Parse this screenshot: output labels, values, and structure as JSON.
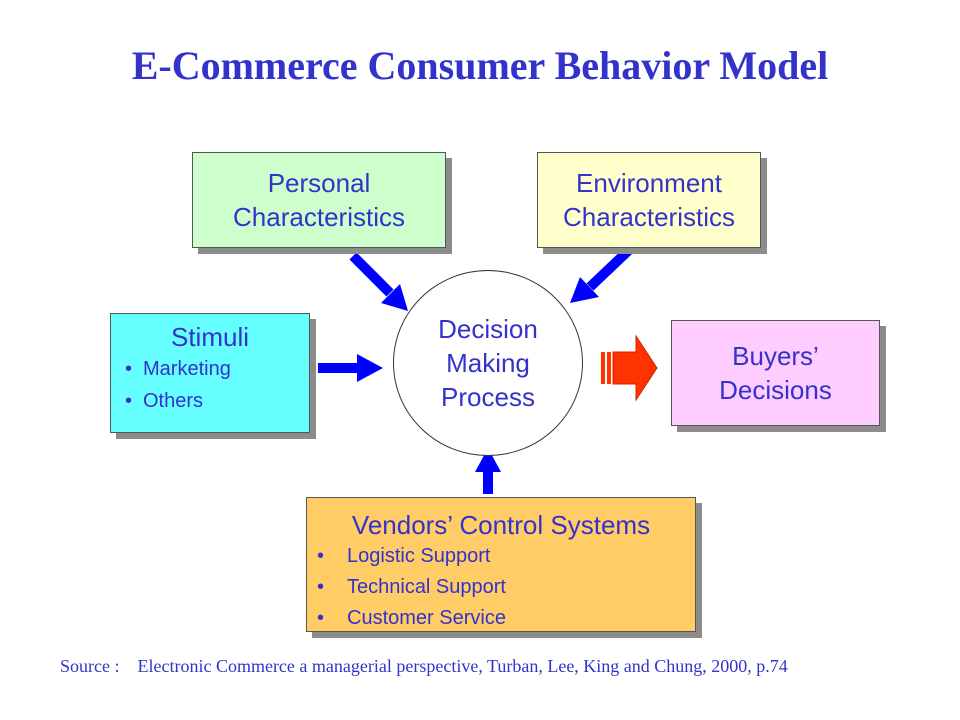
{
  "title": "E-Commerce Consumer Behavior Model",
  "personal": {
    "line1": "Personal",
    "line2": "Characteristics"
  },
  "environment": {
    "line1": "Environment",
    "line2": "Characteristics"
  },
  "stimuli": {
    "heading": "Stimuli",
    "items": [
      "Marketing",
      "Others"
    ]
  },
  "decision": {
    "line1": "Decision",
    "line2": "Making",
    "line3": "Process"
  },
  "buyers": {
    "line1": "Buyers’",
    "line2": "Decisions"
  },
  "vendors": {
    "heading": "Vendors’ Control Systems",
    "items": [
      "Logistic Support",
      "Technical Support",
      "Customer Service"
    ]
  },
  "source": {
    "label": "Source :",
    "text": "Electronic Commerce a managerial perspective, Turban, Lee, King and Chung, 2000, p.74"
  },
  "colors": {
    "title": "#3333cc",
    "stimuli": "#66ffff",
    "personal": "#ccffcc",
    "environment": "#ffffcc",
    "buyers": "#ffccff",
    "vendors": "#ffcc66",
    "arrow": "#0000ff",
    "output_arrow": "#ff3300"
  }
}
